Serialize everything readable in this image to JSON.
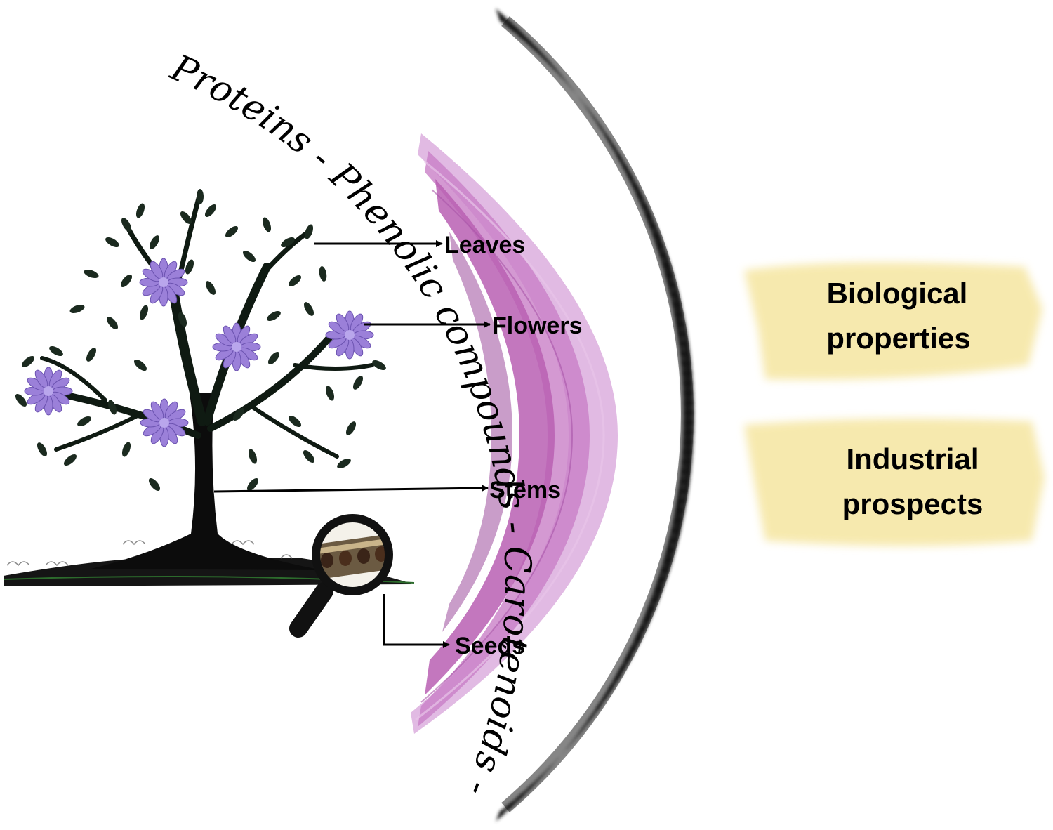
{
  "colors": {
    "purple_band": "#b85fb3",
    "purple_light": "#dcaede",
    "dark_ring": "#1a1a1a",
    "yellow_highlight": "#f6e7a6",
    "flower": "#9b80d9",
    "foliage": "#1b2a1f"
  },
  "compounds_arc": {
    "text": "Proteins  -  Phenolic compounds  -  Carotenoids  -  Dietary fibers"
  },
  "plant_parts": {
    "leaves": "Leaves",
    "flowers": "Flowers",
    "stems": "Stems",
    "seeds": "Seeds"
  },
  "outcomes": {
    "biological": [
      "Biological",
      "properties"
    ],
    "industrial": [
      "Industrial",
      "prospects"
    ]
  },
  "icons": [
    "tree-icon",
    "flower-icon",
    "magnifier-icon",
    "seed-icon"
  ]
}
